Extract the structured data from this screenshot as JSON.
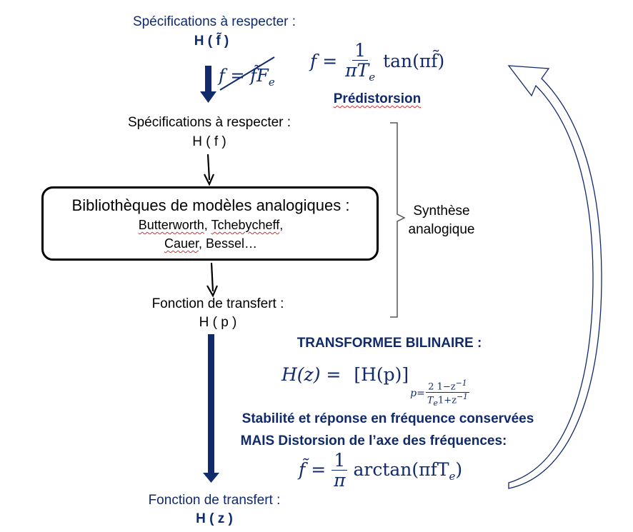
{
  "spec_top": {
    "label": "Spécifications à respecter :",
    "symbol": "H ( f̃ )"
  },
  "prewarp_arrow": {
    "eq_lhs": "f",
    "eq_rhs": "= f̃F",
    "eq_sub": "e"
  },
  "predistortion": {
    "lhs": "f =",
    "num": "1",
    "den_main": "πT",
    "den_sub": "e",
    "rhs": "tan(πf̃)",
    "label": "Prédistorsion"
  },
  "spec_mid": {
    "label": "Spécifications à respecter :",
    "symbol": "H ( f )"
  },
  "library": {
    "title": "Bibliothèques de modèles analogiques :",
    "models_line1": [
      "Butterworth",
      ", ",
      "Tchebycheff",
      ","
    ],
    "models_line2": [
      "Cauer",
      ", Bessel…"
    ]
  },
  "brace_label": {
    "line1": "Synthèse",
    "line2": "analogique"
  },
  "tf_analog": {
    "label": "Fonction de transfert :",
    "symbol": "H ( p )"
  },
  "bilinear": {
    "title": "TRANSFORMEE BILINAIRE :",
    "lhs": "H(z) =",
    "bracket": "[H(p)]",
    "subscript_prefix": "p=",
    "frac_num": "2 1−z",
    "frac_num_exp": "−1",
    "frac_den": "T",
    "frac_den_sub": "e",
    "frac_den_rest": "1+z",
    "frac_den_exp": "−1"
  },
  "notes": {
    "line1": "Stabilité et réponse en fréquence conservées",
    "line2": "MAIS Distorsion de l’axe des fréquences:"
  },
  "distortion_eq": {
    "lhs": "f̃ =",
    "num": "1",
    "den": "π",
    "rhs": "arctan(πfT",
    "rhs_sub": "e",
    "rhs_close": ")"
  },
  "tf_digital": {
    "label": "Fonction de transfert :",
    "symbol": "H ( z )"
  },
  "colors": {
    "navy": "#102a6b",
    "black": "#000000",
    "squiggle": "#d03030"
  }
}
